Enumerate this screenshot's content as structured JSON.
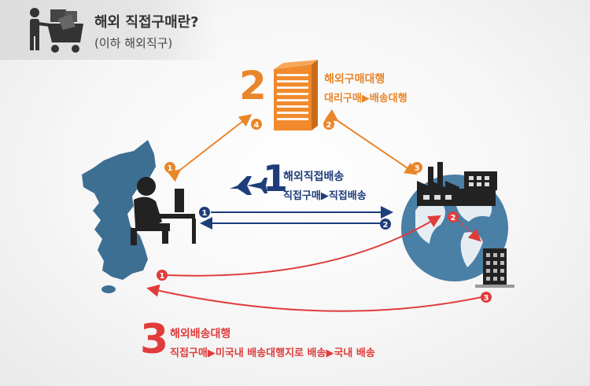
{
  "header": {
    "title": "해외 직접구매란?",
    "subtitle": "(이하 해외직구)"
  },
  "methods": [
    {
      "number": "1",
      "title": "해외직접배송",
      "flow": "직접구매▶직접배송",
      "color": "#1e3d7a"
    },
    {
      "number": "2",
      "title": "해외구매대행",
      "flow": "대리구매▶배송대행",
      "color": "#e8862a"
    },
    {
      "number": "3",
      "title": "해외배송대행",
      "flow": "직접구매▶미국내 배송대행지로 배송▶국내 배송",
      "color": "#e03c3c"
    }
  ],
  "markers": {
    "blue": [
      "1",
      "2"
    ],
    "orange": [
      "1",
      "2",
      "3",
      "4"
    ],
    "red": [
      "1",
      "2",
      "3"
    ]
  },
  "colors": {
    "korea": "#3d6f93",
    "person": "#222222",
    "building_orange": "#f08a2c",
    "globe": "#4a7fa6"
  },
  "icons": [
    "shopper-cart-icon",
    "airplane-icon",
    "office-building-icon",
    "factory-icon",
    "globe-icon",
    "korea-map-icon",
    "person-at-computer-icon",
    "warehouse-building-icon"
  ]
}
